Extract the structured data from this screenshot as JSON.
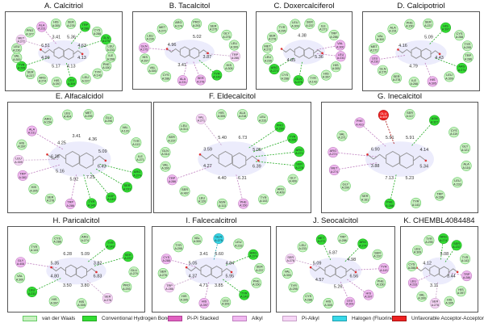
{
  "panels": [
    {
      "id": "A",
      "title": "A. Calcitriol",
      "residues": [
        "SER A:278",
        "TRP A:286",
        "CYS A:288",
        "GLN A:275",
        "LEU A:233",
        "ILE A:268",
        "PHE A:150",
        "TYR A:143",
        "LEU A:227",
        "LEU A:309",
        "HIS A:397",
        "ARG A:274",
        "SER A:237",
        "TYR A:295",
        "VAL A:300",
        "LEU A:230",
        "MET A:272",
        "PRO A:377",
        "ALA A:231",
        "HIS A:305"
      ],
      "distances": [
        "4.13",
        "4.13",
        "5.17",
        "4.99",
        "6.51",
        "3.41",
        "5.36",
        "4.63"
      ]
    },
    {
      "id": "B",
      "title": "B. Tacalcitol",
      "residues": [
        "PRO A:293",
        "SER A:275",
        "GLY A:276",
        "LEU A:309",
        "TRP A:286",
        "HIS A:305",
        "TYR A:143",
        "SER A:278",
        "ALA A:231",
        "CYS A:288",
        "VAL A:300",
        "HIS A:397",
        "GLN A:275",
        "LEU A:230",
        "MET A:272",
        "ARG A:274"
      ],
      "distances": [
        "3.87",
        "3.41",
        "4.96",
        "5.02"
      ]
    },
    {
      "id": "C",
      "title": "C. Doxercalciferol",
      "residues": [
        "SER A:237",
        "ILE A:271",
        "TRP A:286",
        "VAL A:300",
        "LEU A:233",
        "HIS A:305",
        "HIS A:397",
        "TYR A:143",
        "GLN A:275",
        "CYS A:288",
        "ARG A:274",
        "LEU A:230",
        "MET A:272",
        "SER A:278",
        "TYR A:295",
        "LEU A:309"
      ],
      "distances": [
        "5.36",
        "4.85",
        "4.38"
      ]
    },
    {
      "id": "D",
      "title": "D. Calcipotriol",
      "residues": [
        "SER A:237",
        "HIS A:397",
        "CYS A:288",
        "TYR A:295",
        "TRP A:286",
        "ARG A:274",
        "LEU A:309",
        "HIS A:305",
        "ILE A:268",
        "SER A:278",
        "GLN A:275",
        "LEU A:230",
        "MET A:272",
        "VAL A:300",
        "ALA A:231",
        "PHE A:150"
      ],
      "distances": [
        "4.43",
        "4.79",
        "4.16",
        "5.09"
      ]
    },
    {
      "id": "E",
      "title": "E. Alfacalcidol",
      "residues": [
        "MET A:295",
        "GLU A:296",
        "VAL A:120",
        "TYR A:113",
        "ILE A:271",
        "ARG A:274",
        "SER A:237",
        "ASP A:149",
        "TYR A:143",
        "TRP A:286",
        "SER A:278",
        "HIS A:305",
        "TRP A:382",
        "LEU A:309",
        "HIS A:397",
        "ALA A:231",
        "ARG A:154",
        "LEU A:404"
      ],
      "distances": [
        "6.43",
        "7.25",
        "5.92",
        "5.16",
        "6.28",
        "4.25",
        "3.41",
        "4.36",
        "5.09"
      ]
    },
    {
      "id": "F",
      "title": "F. Eldecalcitol",
      "residues": [
        "ALA A:218",
        "LEU A:233",
        "PRO A:269",
        "TYR A:295",
        "ARG A:274",
        "SER A:278",
        "GLY A:409",
        "ARG A:409",
        "TYR A:143",
        "PHE A:150",
        "ASN A:113",
        "LEU A:120",
        "SER A:407",
        "TRP A:286",
        "VAL A:300",
        "GLN A:314",
        "SER A:237",
        "LEU A:313",
        "VAL A:271",
        "HIS A:305"
      ],
      "distances": [
        "6.39",
        "6.31",
        "4.40",
        "4.27",
        "3.59",
        "5.40",
        "6.73",
        "5.05"
      ]
    },
    {
      "id": "G",
      "title": "G. Inecalcitol",
      "residues": [
        "SER A:117",
        "ASN A:327",
        "CYS A:119",
        "GLY A:121",
        "ALA A:116",
        "LEU A:233",
        "TRP A:286",
        "TYR A:143",
        "PHE A:288",
        "SER A:161",
        "GLY A:290",
        "MET A:274",
        "ARG A:274",
        "VAL A:271",
        "PHE A:410",
        "GLU A:409"
      ],
      "distances": [
        "5.34",
        "5.23",
        "7.13",
        "3.88",
        "6.90",
        "5.91",
        "5.91",
        "4.14"
      ]
    },
    {
      "id": "H",
      "title": "H. Paricalcitol",
      "residues": [
        "ARG A:274",
        "TYR A:143",
        "SER A:237",
        "GLU A:279",
        "PRO A:293",
        "SER A:278",
        "HIS A:305",
        "HIS A:397",
        "LEU A:233",
        "VAL A:300",
        "GLY A:406",
        "TYR A:143",
        "CYS A:288"
      ],
      "distances": [
        "6.83",
        "3.80",
        "3.50",
        "4.80",
        "5.35",
        "6.28",
        "5.09",
        "3.82"
      ]
    },
    {
      "id": "I",
      "title": "I. Falcecalcitrol",
      "residues": [
        "GLN A:275",
        "LEU A:233",
        "ARG A:274",
        "SER A:237",
        "PHE A:150",
        "TYR A:143",
        "LEU A:309",
        "HIS A:397",
        "HIS A:305",
        "TRP A:286",
        "SER A:278",
        "CYS A:288",
        "TYR A:295",
        "VAL A:300"
      ],
      "distances": [
        "5.95",
        "3.85",
        "4.71",
        "4.37",
        "5.05",
        "3.41",
        "5.60",
        "4.84"
      ]
    },
    {
      "id": "J",
      "title": "J. Seocalcitol",
      "residues": [
        "TRP A:286",
        "ARG A:274",
        "SER A:237",
        "TYR A:143",
        "PHE A:150",
        "HIS A:397",
        "LEU A:309",
        "HIS A:305",
        "CYS A:288",
        "TYR A:295",
        "VAL A:300",
        "SER A:278",
        "LEU A:233",
        "MET A:272"
      ],
      "distances": [
        "6.56",
        "5.26",
        "4.57",
        "5.09",
        "5.87",
        "4.98"
      ]
    },
    {
      "id": "K",
      "title": "K. CHEMBL4084484",
      "residues": [
        "ARG A:274",
        "SER A:237",
        "TYR A:143",
        "TRP A:286",
        "HIS A:397",
        "HIS A:305",
        "SER A:278",
        "VAL A:300",
        "LEU A:233",
        "CYS A:288",
        "LEU A:309",
        "TYR A:295"
      ],
      "distances": [
        "3.44",
        "3.11",
        "4.12",
        "5.08"
      ]
    }
  ],
  "legend": [
    {
      "label": "van der Waals",
      "color": "#c8f0c0"
    },
    {
      "label": "Conventional Hydrogen Bond",
      "color": "#33dd33"
    },
    {
      "label": "Pi-Pi Stacked",
      "color": "#e060c0"
    },
    {
      "label": "Alkyl",
      "color": "#f0b8f0"
    },
    {
      "label": "Pi-Alkyl",
      "color": "#f6d6f6"
    },
    {
      "label": "Halogen (Fluorine)",
      "color": "#38d8e8"
    },
    {
      "label": "Unfavorable Acceptor-Acceptor",
      "color": "#ee2222"
    }
  ],
  "colors": {
    "vdw": "#c8f0c0",
    "vdw_border": "#66cc66",
    "hbond": "#33dd33",
    "alkyl": "#f0b8f0",
    "pi_alkyl": "#f6d6f6",
    "pi_pi": "#e060c0",
    "halogen": "#38d8e8",
    "unfavorable": "#ee2222",
    "ligand": "#8f8f8f",
    "glow": "#c9c9f5"
  },
  "icons": {
    "residue": "residue-disc-icon",
    "ligand": "ligand-structure-icon"
  }
}
